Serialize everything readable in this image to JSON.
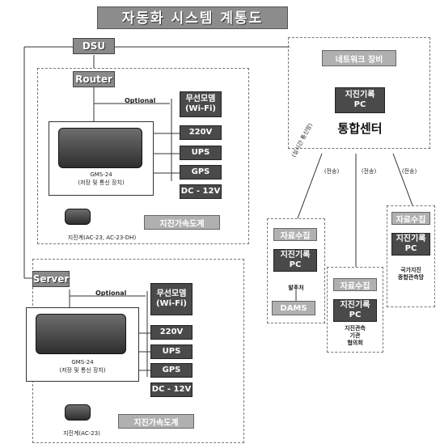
{
  "title": "자동화 시스템 계통도",
  "station1": {
    "dsu": "DSU",
    "router": "Router",
    "optional": "Optional",
    "modem": "무선모뎀\n(Wi-Fi)",
    "power220": "220V",
    "ups": "UPS",
    "gps": "GPS",
    "dc": "DC - 12V",
    "recorder_model": "GMS-24",
    "recorder_label": "(저장 및 통신 장치)",
    "seismometer_label": "지진계(AC-23, AC-23-DH)",
    "sensor_box": "지진가속도계"
  },
  "station2": {
    "server": "Server",
    "optional": "Optional",
    "modem": "무선모뎀\n(Wi-Fi)",
    "power220": "220V",
    "ups": "UPS",
    "gps": "GPS",
    "dc": "DC - 12V",
    "recorder_model": "GMS-24",
    "recorder_label": "(저장 및 통신 장치)",
    "seismometer_label": "지진계(AC-23)",
    "sensor_box": "지진가속도계"
  },
  "center": {
    "top_box": "네트워크 장비",
    "pc_box": "지진기록\nPC",
    "label": "통합센터"
  },
  "links": {
    "realtime": "(실시간 통신망)",
    "l1": "(전송)",
    "l2": "(전송)",
    "l3": "(전송)"
  },
  "dest1": {
    "top": "자료수집",
    "pc": "지진기록\nPC",
    "label": "발주처",
    "dams": "DAMS"
  },
  "dest2": {
    "top": "자료수집",
    "pc": "지진기록\nPC",
    "label": "지진관측\n기관\n협의회"
  },
  "dest3": {
    "top": "자료수집",
    "pc": "지진기록\nPC",
    "label": "국가지진\n종합관측망"
  }
}
